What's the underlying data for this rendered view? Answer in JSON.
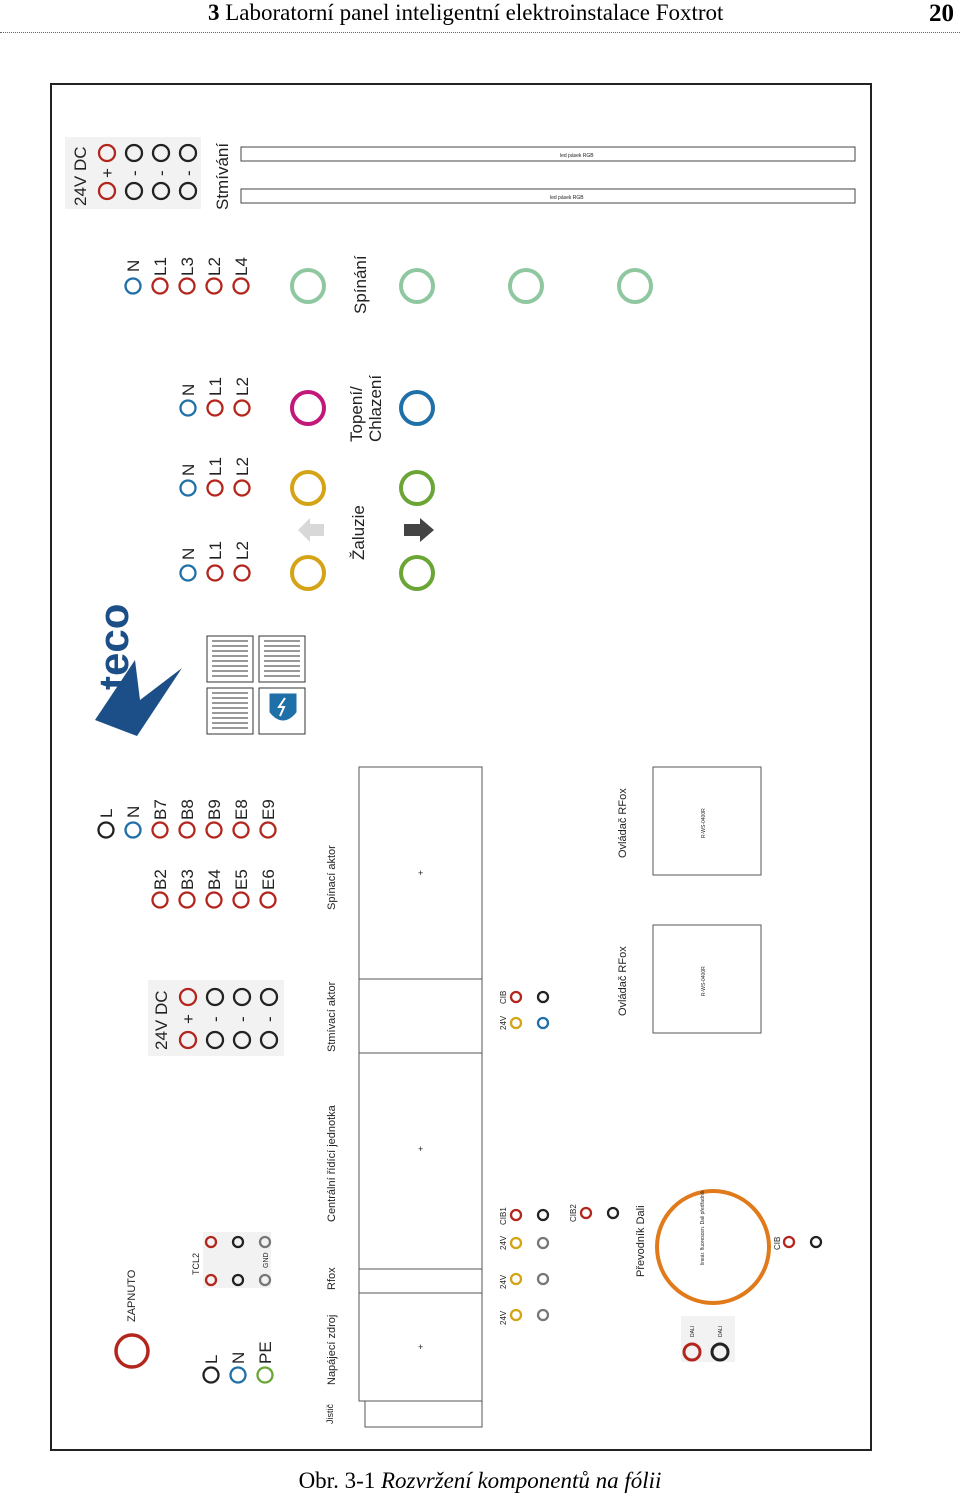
{
  "header": {
    "chapter_number": "3",
    "chapter_title": "Laboratorní panel inteligentní elektroinstalace Foxtrot",
    "page_number": "20"
  },
  "caption": {
    "prefix": "Obr. 3-1 ",
    "text": "Rozvržení komponentů na fólii"
  },
  "logo": {
    "text": "teco"
  },
  "labels": {
    "dc24_top": "24V DC",
    "plus": "+",
    "minus": "-",
    "stmivani": "Stmívání",
    "led_pasek_1": "led pásek RGB",
    "led_pasek_2": "led pásek RGB",
    "n": "N",
    "l1": "L1",
    "l2": "L2",
    "l3": "L3",
    "l4": "L4",
    "spinani": "Spínání",
    "topeni": "Topení/",
    "chlazeni": "Chlazení",
    "zaluzie": "Žaluzie",
    "l": "L",
    "b2": "B2",
    "b3": "B3",
    "b4": "B4",
    "b7": "B7",
    "b8": "B8",
    "b9": "B9",
    "e5": "E5",
    "e6": "E6",
    "e8": "E8",
    "e9": "E9",
    "dc24_mid": "24V DC",
    "spinaci_aktor": "Spínací aktor",
    "stmivaci_aktor": "Stmívací aktor",
    "centralni": "Centrální řídící jednotka",
    "rfox": "Rfox",
    "napajeci": "Napájecí zdroj",
    "jistic": "Jistič",
    "ovladac_rfox_1": "Ovládač RFox",
    "ovladac_rfox_2": "Ovládač RFox",
    "rws_1": "R-WS-0400R",
    "rws_2": "R-WS-0400R",
    "zapnuto": "ZAPNUTO",
    "tcl2": "TCL2",
    "gnd": "GND",
    "pe": "PE",
    "v24": "24V",
    "cib": "CIB",
    "cib1": "CIB1",
    "cib2": "CIB2",
    "prevodnik_dali": "Převodník Dali",
    "dali_lamp": "lineár. fluorescen. Dali předřadník",
    "dali_plus": "DALI",
    "dali_minus": "DALI"
  },
  "colors": {
    "red": "#b3261e",
    "blue": "#1f6fa8",
    "green": "#6aa536",
    "yellow": "#d4a316",
    "magenta": "#c2187a",
    "orange": "#e07a1b",
    "lightgreen": "#8fc8a0",
    "gray": "#777777"
  }
}
